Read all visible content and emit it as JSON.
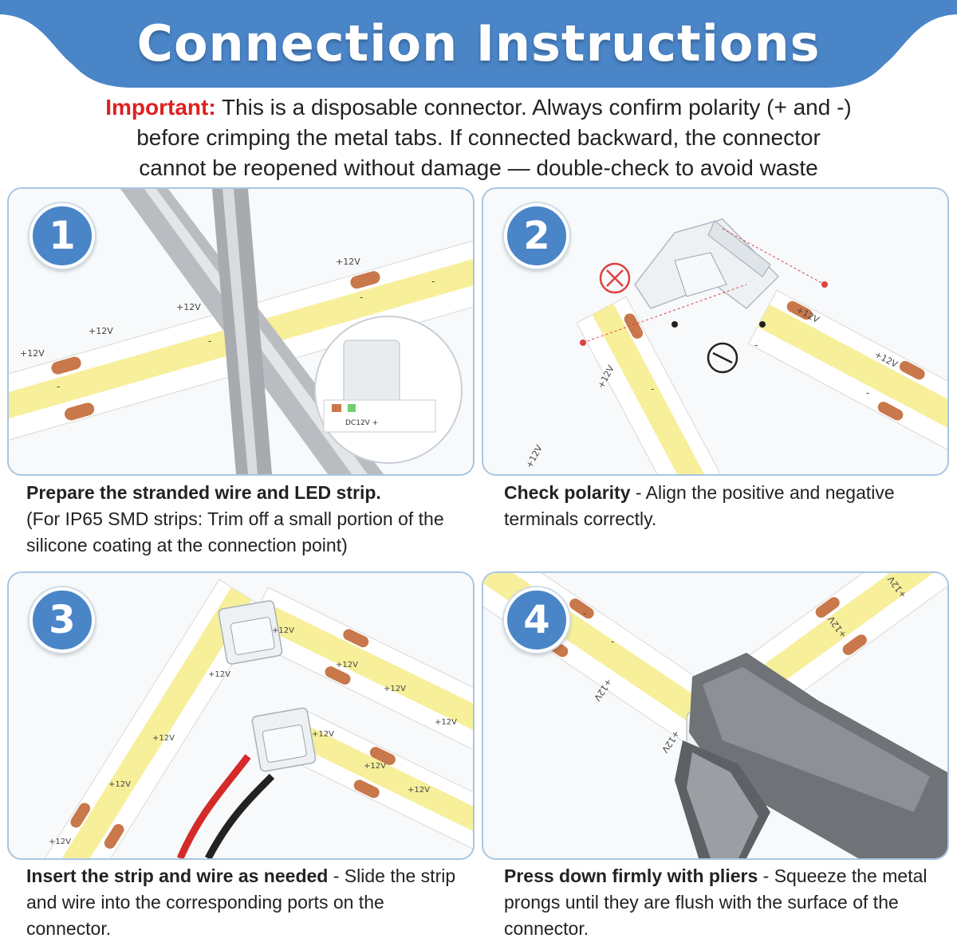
{
  "header": {
    "title": "Connection Instructions",
    "banner_color": "#4a85c8"
  },
  "notice": {
    "label": "Important:",
    "line1": "This is a disposable connector. Always confirm polarity (+ and -)",
    "line2": "before crimping the metal tabs. If connected backward, the connector",
    "line3": "cannot be reopened without damage — double-check to avoid waste",
    "label_color": "#e02020"
  },
  "steps": [
    {
      "number": "1",
      "title": "Prepare the stranded wire and LED strip.",
      "text": "(For IP65 SMD strips: Trim off a small portion of the silicone coating at the connection point)",
      "strip_labels": [
        "+12V",
        "+12V",
        "+12V",
        "+12V",
        "-",
        "-",
        "-",
        "-"
      ],
      "inset_label": "DC12V +"
    },
    {
      "number": "2",
      "title": "Check polarity",
      "text": " - Align the positive and negative terminals correctly.",
      "strip_labels": [
        "+12V",
        "+12V",
        "+12V",
        "+12V",
        "-",
        "-",
        "-"
      ],
      "plus_icon": "plus-circle-icon",
      "minus_icon": "minus-circle-icon"
    },
    {
      "number": "3",
      "title": "Insert the strip and wire as needed",
      "text": " - Slide the strip and wire into the corresponding ports on the connector.",
      "strip_labels": [
        "+12V",
        "+12V",
        "+12V",
        "+12V",
        "+12V",
        "+12V",
        "+12V",
        "+12V",
        "+12V",
        "+12V",
        "+12V"
      ]
    },
    {
      "number": "4",
      "title": "Press down firmly with pliers",
      "text": " - Squeeze the metal prongs until they are flush with the surface of the connector.",
      "strip_labels": [
        "+12V",
        "+12V",
        "+12V",
        "+12V",
        "-",
        "-"
      ]
    }
  ],
  "colors": {
    "panel_border": "#a9c6e3",
    "led_yellow": "#f7ef9a",
    "copper_pad": "#c8784a"
  }
}
